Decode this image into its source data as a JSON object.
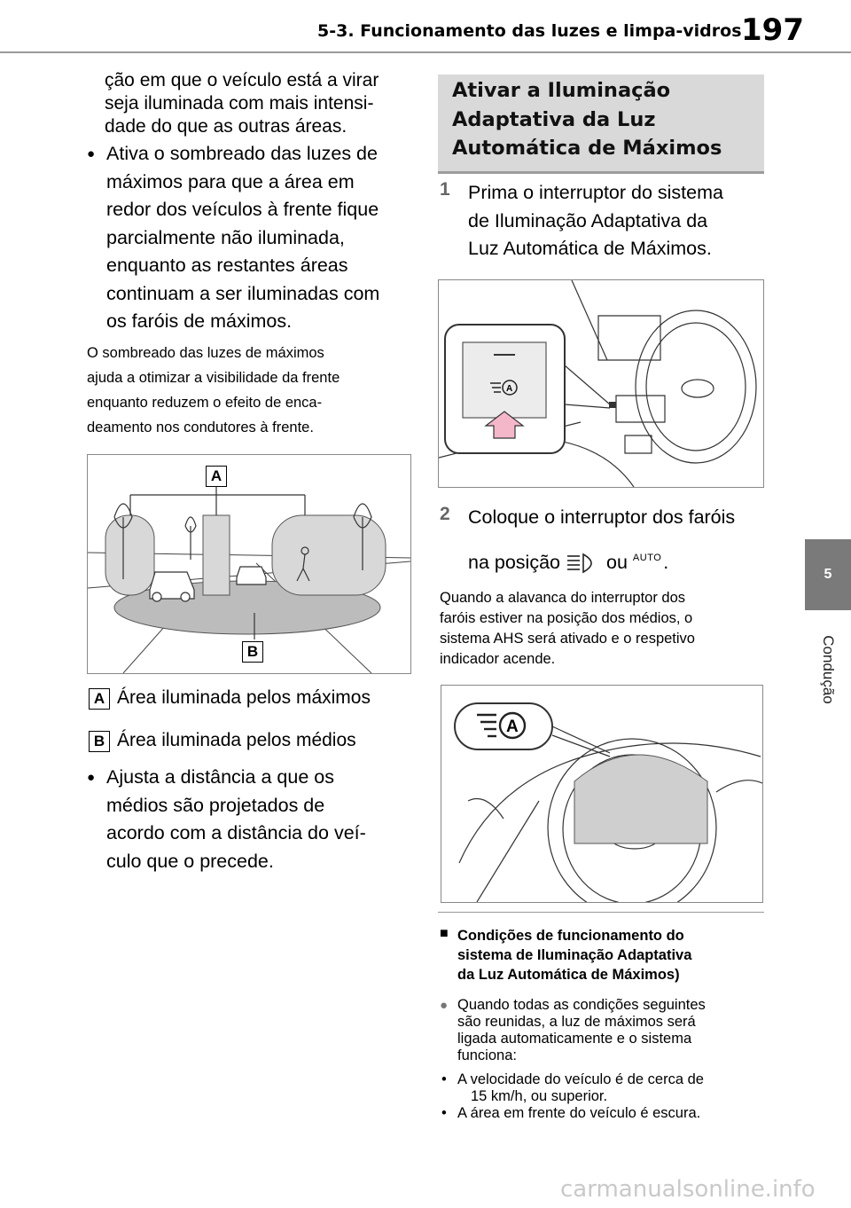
{
  "header": {
    "section": "5-3. Funcionamento das luzes e limpa-vidros",
    "page_number": "197"
  },
  "side_tab": {
    "chapter_number": "5",
    "chapter_name": "Condução"
  },
  "left": {
    "intro_lines": [
      "ção em que o veículo está a virar",
      "seja iluminada com mais intensi-",
      "dade do que as outras áreas."
    ],
    "bullet1_lines": [
      "Ativa o sombreado das luzes de",
      "máximos para que a área em",
      "redor dos veículos à frente fique",
      "parcialmente não iluminada,",
      "enquanto as restantes áreas",
      "continuam a ser iluminadas com",
      "os faróis de máximos."
    ],
    "note_lines": [
      "O sombreado das luzes de máximos",
      "ajuda a otimizar a visibilidade da frente",
      "enquanto reduzem o efeito de enca-",
      "deamento nos condutores à frente."
    ],
    "figure_labels": {
      "a": "A",
      "b": "B"
    },
    "legend": [
      {
        "key": "A",
        "text": "Área iluminada pelos máximos"
      },
      {
        "key": "B",
        "text": "Área iluminada pelos médios"
      }
    ],
    "bullet2_lines": [
      "Ajusta a distância a que os",
      "médios são projetados de",
      "acordo com a distância do veí-",
      "culo que o precede."
    ]
  },
  "right": {
    "section_title_lines": [
      "Ativar a Iluminação",
      "Adaptativa da Luz",
      "Automática de Máximos"
    ],
    "step1": {
      "num": "1",
      "lines": [
        "Prima o interruptor do sistema",
        "de Iluminação Adaptativa da",
        "Luz Automática de Máximos."
      ]
    },
    "step2": {
      "num": "2",
      "line1": "Coloque o interruptor dos faróis",
      "line2_pre": "na posição",
      "line2_mid": "ou",
      "auto_label": "AUTO",
      "line2_post": "."
    },
    "note_lines": [
      "Quando a alavanca do interruptor dos",
      "faróis estiver na posição dos médios, o",
      "sistema AHS será ativado e o respetivo",
      "indicador acende."
    ],
    "conditions_title_lines": [
      "Condições de funcionamento do",
      "sistema de Iluminação Adaptativa",
      "da Luz Automática de Máximos)"
    ],
    "conditions_lines": [
      "Quando todas as condições seguintes",
      "são reunidas, a luz de máximos será",
      "ligada automaticamente e o sistema",
      "funciona:"
    ],
    "sub_bullets": [
      [
        "A velocidade do veículo é de cerca de",
        "15 km/h, ou superior."
      ],
      [
        "A área em frente do veículo é escura."
      ]
    ]
  },
  "footer": {
    "watermark": "carmanualsonline.info"
  }
}
